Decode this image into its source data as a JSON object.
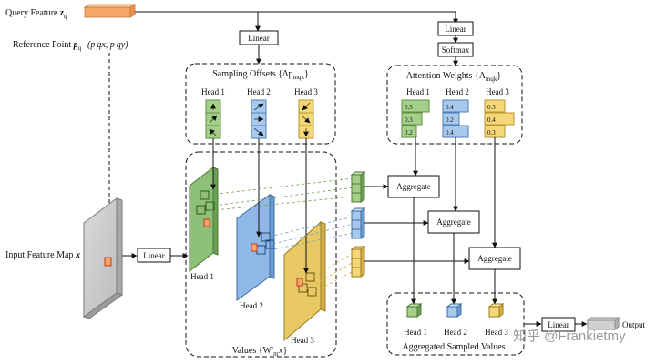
{
  "query_feature": {
    "label": "Query Feature",
    "symbol": "z",
    "subscript": "q",
    "color": "#f6a766"
  },
  "reference_point": {
    "label": "Reference Point",
    "symbol": "p",
    "subscript": "q",
    "coords": "(p",
    "coords_full": "(p qx, p qy)"
  },
  "input_feature_map": {
    "label": "Input Feature Map",
    "symbol": "x"
  },
  "linear_labels": {
    "offsets": "Linear",
    "attn": "Linear",
    "input": "Linear",
    "output": "Linear"
  },
  "softmax_label": "Softmax",
  "sampling_offsets": {
    "title": "Sampling Offsets {Δp",
    "title_sub": "mqk",
    "title_end": "}"
  },
  "attention_weights": {
    "title": "Attention Weights {A",
    "title_sub": "mqk",
    "title_end": "}"
  },
  "heads": [
    {
      "name": "Head 1",
      "color": "#a6d08a",
      "stroke": "#5e8f40",
      "weights": [
        "0.5",
        "0.3",
        "0.2"
      ]
    },
    {
      "name": "Head 2",
      "color": "#a9c9ec",
      "stroke": "#4d7fb4",
      "weights": [
        "0.4",
        "0.2",
        "0.4"
      ]
    },
    {
      "name": "Head 3",
      "color": "#f5d77a",
      "stroke": "#b8962c",
      "weights": [
        "0.3",
        "0.4",
        "0.3"
      ]
    }
  ],
  "value_maps": {
    "head1": "Head 1",
    "head2": "Head 2",
    "head3": "Head 3",
    "caption": "Values {W′",
    "caption_sub": "m",
    "caption_end": "x}"
  },
  "aggregate_label": "Aggregate",
  "aggregated": {
    "caption": "Aggregated Sampled Values",
    "h1": "Head 1",
    "h2": "Head 2",
    "h3": "Head 3"
  },
  "output_label": "Output",
  "watermark": "知乎 @Frankietmy"
}
